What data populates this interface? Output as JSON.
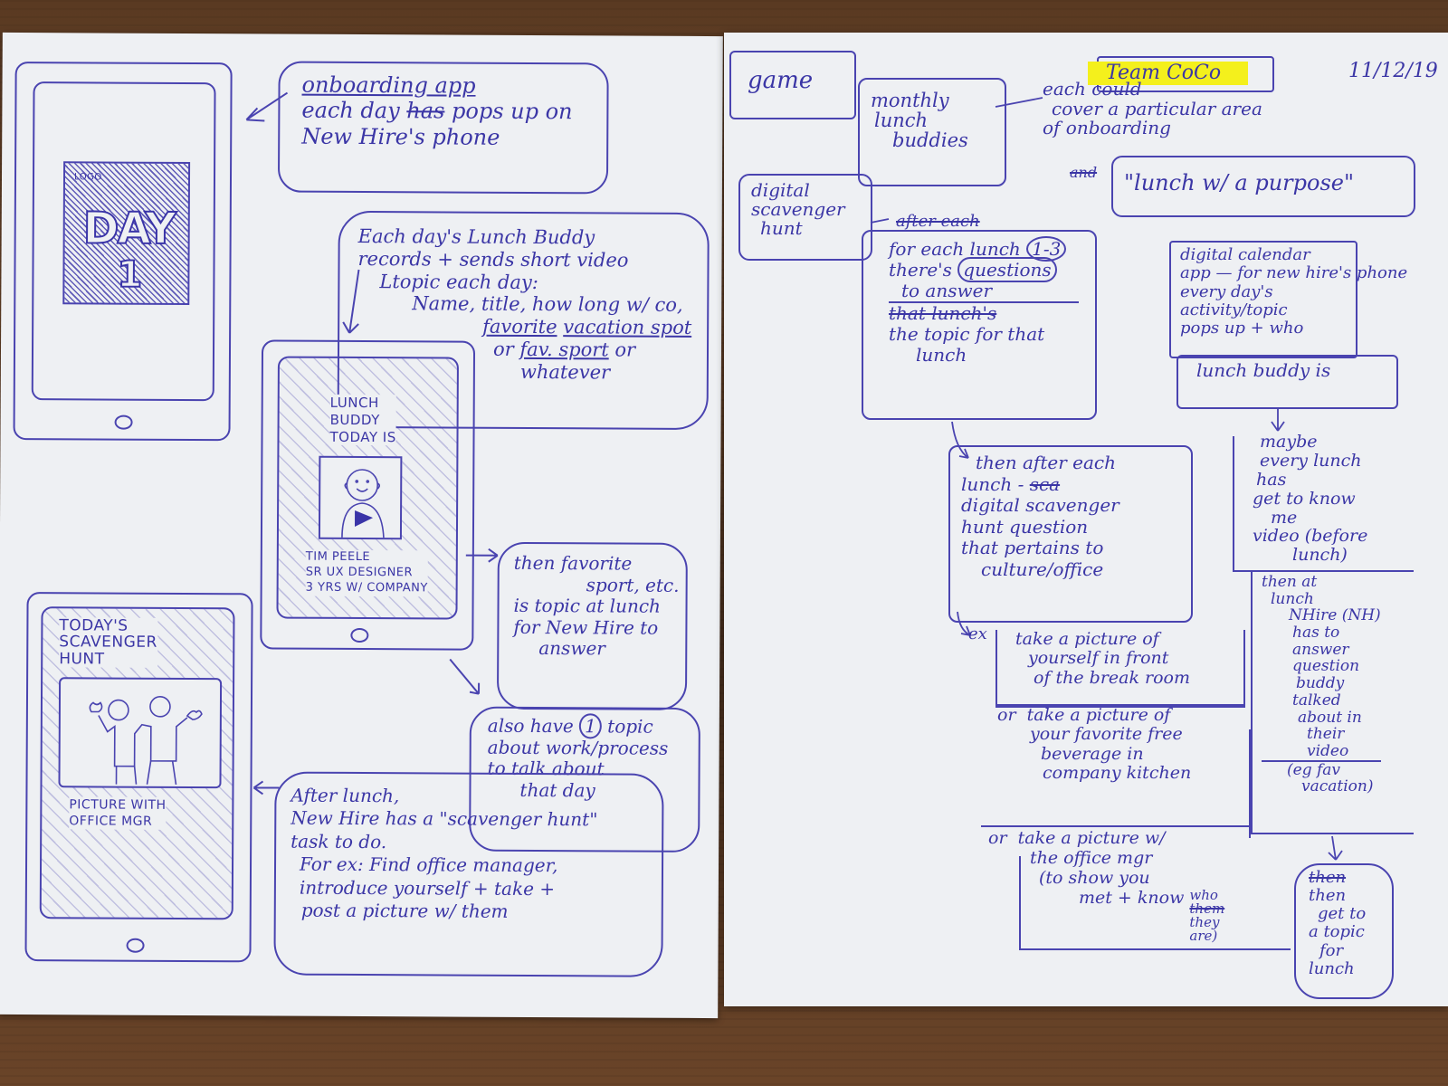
{
  "left_page": {
    "phone_splash": {
      "logo_label": "LOGO",
      "logo_text": "DAY",
      "logo_number": "1"
    },
    "onboarding_note": {
      "title": "onboarding app",
      "line1_pre": "each day",
      "line1_struck": "has",
      "line1_post": "pops up on",
      "line2": "New Hire's phone"
    },
    "lunch_buddy_note": {
      "line1": "Each day's Lunch Buddy",
      "line2": "records + sends short video",
      "line3": "Ltopic each day:",
      "line4": "Name, title, how long w/ co,",
      "line5_a": "favorite",
      "line5_b": "vacation spot",
      "line6_or": "or",
      "line6_a": "fav. sport",
      "line6_b": "or",
      "line7": "whatever"
    },
    "phone_lunch_buddy": {
      "heading_1": "LUNCH",
      "heading_2": "BUDDY",
      "heading_3": "TODAY IS",
      "name": "TIM PEELE",
      "title": "SR UX DESIGNER",
      "tenure": "3 YRS W/ COMPANY",
      "play_icon": "play-icon"
    },
    "favorite_sport_note": {
      "line1": "then favorite",
      "line2": "sport, etc.",
      "line3": "is topic at lunch",
      "line4": "for New Hire to",
      "line5": "answer"
    },
    "work_topic_note": {
      "line1_pre": "also have",
      "line1_circled": "1",
      "line1_post": "topic",
      "line2": "about work/process",
      "line3": "to talk about",
      "line4": "that day"
    },
    "phone_scavenger": {
      "heading_1": "TODAY'S",
      "heading_2": "SCAVENGER",
      "heading_3": "HUNT",
      "caption_1": "PICTURE WITH",
      "caption_2": "OFFICE MGR"
    },
    "after_lunch_note": {
      "line1": "After lunch,",
      "line2": "New Hire has a \"scavenger hunt\"",
      "line3": "task to do.",
      "line4": "For ex: Find office manager,",
      "line5": "introduce yourself + take +",
      "line6": "post a picture w/ them"
    }
  },
  "right_page": {
    "game_box": "game",
    "team_label": "Team CoCo",
    "date": "11/12/19",
    "monthly_box": {
      "line1": "monthly",
      "line2": "lunch",
      "line3": "buddies"
    },
    "each_could_note": {
      "line1": "each could",
      "line2": "cover a particular area",
      "line3": "of onboarding"
    },
    "purpose_box": {
      "struck": "and",
      "text": "\"lunch w/ a purpose\""
    },
    "scavenger_box": {
      "line1": "digital",
      "line2": "scavenger",
      "line3": "hunt"
    },
    "for_each_lunch_box": {
      "struck_top": "after each",
      "line1_pre": "for each lunch",
      "circled_range": "1-3",
      "line2_pre": "there's",
      "line2_circled": "questions",
      "line3": "to answer",
      "struck_mid": "that lunch's",
      "line4": "the topic for that",
      "line5": "lunch"
    },
    "calendar_box": {
      "line1": "digital calendar",
      "line2": "app — for new hire's phone",
      "line3": "every day's",
      "line4": "activity/topic",
      "line5": "pops up + who"
    },
    "lunch_buddy_is_box": "lunch buddy is",
    "then_after_box": {
      "line1": "then after each",
      "line2_pre": "lunch -",
      "line2_struck": "sca",
      "line3": "digital scavenger",
      "line4": "hunt question",
      "line5": "that pertains to",
      "line6": "culture/office"
    },
    "examples": {
      "ex_label": "ex",
      "ex1_l1": "take a picture of",
      "ex1_l2": "yourself in front",
      "ex1_l3": "of the break room",
      "ex2_or": "or",
      "ex2_l1": "take a picture of",
      "ex2_l2": "your favorite free",
      "ex2_l3": "beverage in",
      "ex2_l4": "company kitchen",
      "ex3_or": "or",
      "ex3_l1": "take a picture w/",
      "ex3_l2": "the office mgr",
      "ex3_l3": "(to show you",
      "ex3_l4": "met + know",
      "ex3_who": "who",
      "ex3_struck": "them",
      "ex3_they": "they",
      "ex3_are": "are)"
    },
    "maybe_note": {
      "line1": "maybe",
      "line2": "every lunch",
      "line3": "has",
      "line4": "get to know",
      "line5": "me",
      "line6": "video (before",
      "line7": "lunch)"
    },
    "then_at_lunch_note": {
      "line1": "then at",
      "line2": "lunch",
      "line3": "NHire (NH)",
      "line4": "has to",
      "line5": "answer",
      "line6": "question",
      "line7": "buddy",
      "line8": "talked",
      "line9": "about in",
      "line10": "their",
      "line11": "video",
      "line12": "(eg fav",
      "line13": "vacation)"
    },
    "get_topic_note": {
      "struck": "then",
      "line1": "then",
      "line2": "get to",
      "line3": "a topic",
      "line4": "for",
      "line5": "lunch"
    }
  }
}
